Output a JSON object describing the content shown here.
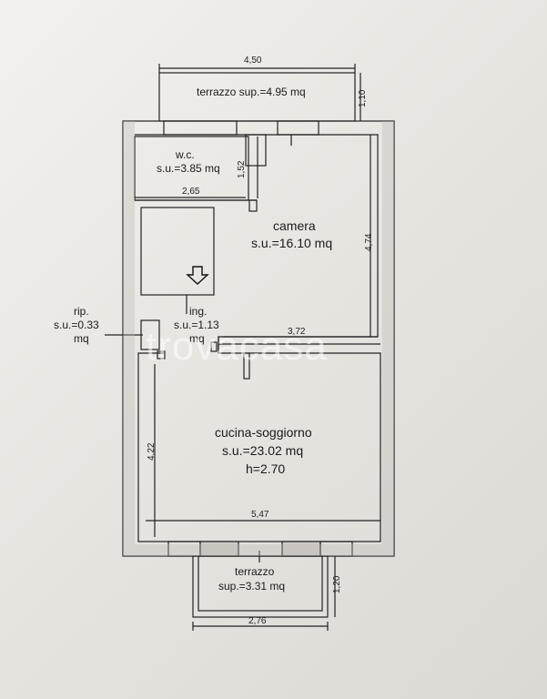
{
  "rooms": {
    "terrazzo_top": {
      "label": "terrazzo sup.=4.95 mq"
    },
    "wc": {
      "name": "w.c.",
      "area": "s.u.=3.85 mq"
    },
    "camera": {
      "name": "camera",
      "area": "s.u.=16.10 mq"
    },
    "ingresso": {
      "name": "ing.",
      "area_a": "s.u.=1.13",
      "area_b": "mq"
    },
    "ripostiglio": {
      "name": "rip.",
      "area_a": "s.u.=0.33",
      "area_b": "mq"
    },
    "cucina": {
      "name": "cucina-soggiorno",
      "area": "s.u.=23.02 mq",
      "height": "h=2.70"
    },
    "terrazzo_bottom": {
      "name": "terrazzo",
      "area": "sup.=3.31 mq"
    }
  },
  "dimensions": {
    "top_width": "4,50",
    "top_depth": "1,10",
    "wc_width": "2,65",
    "wc_depth": "1,52",
    "camera_depth": "4,74",
    "camera_width": "3,72",
    "cucina_depth": "4,22",
    "cucina_width": "5,47",
    "bottom_depth": "1,20",
    "bottom_width": "2,76"
  },
  "watermark": "trovacasa"
}
